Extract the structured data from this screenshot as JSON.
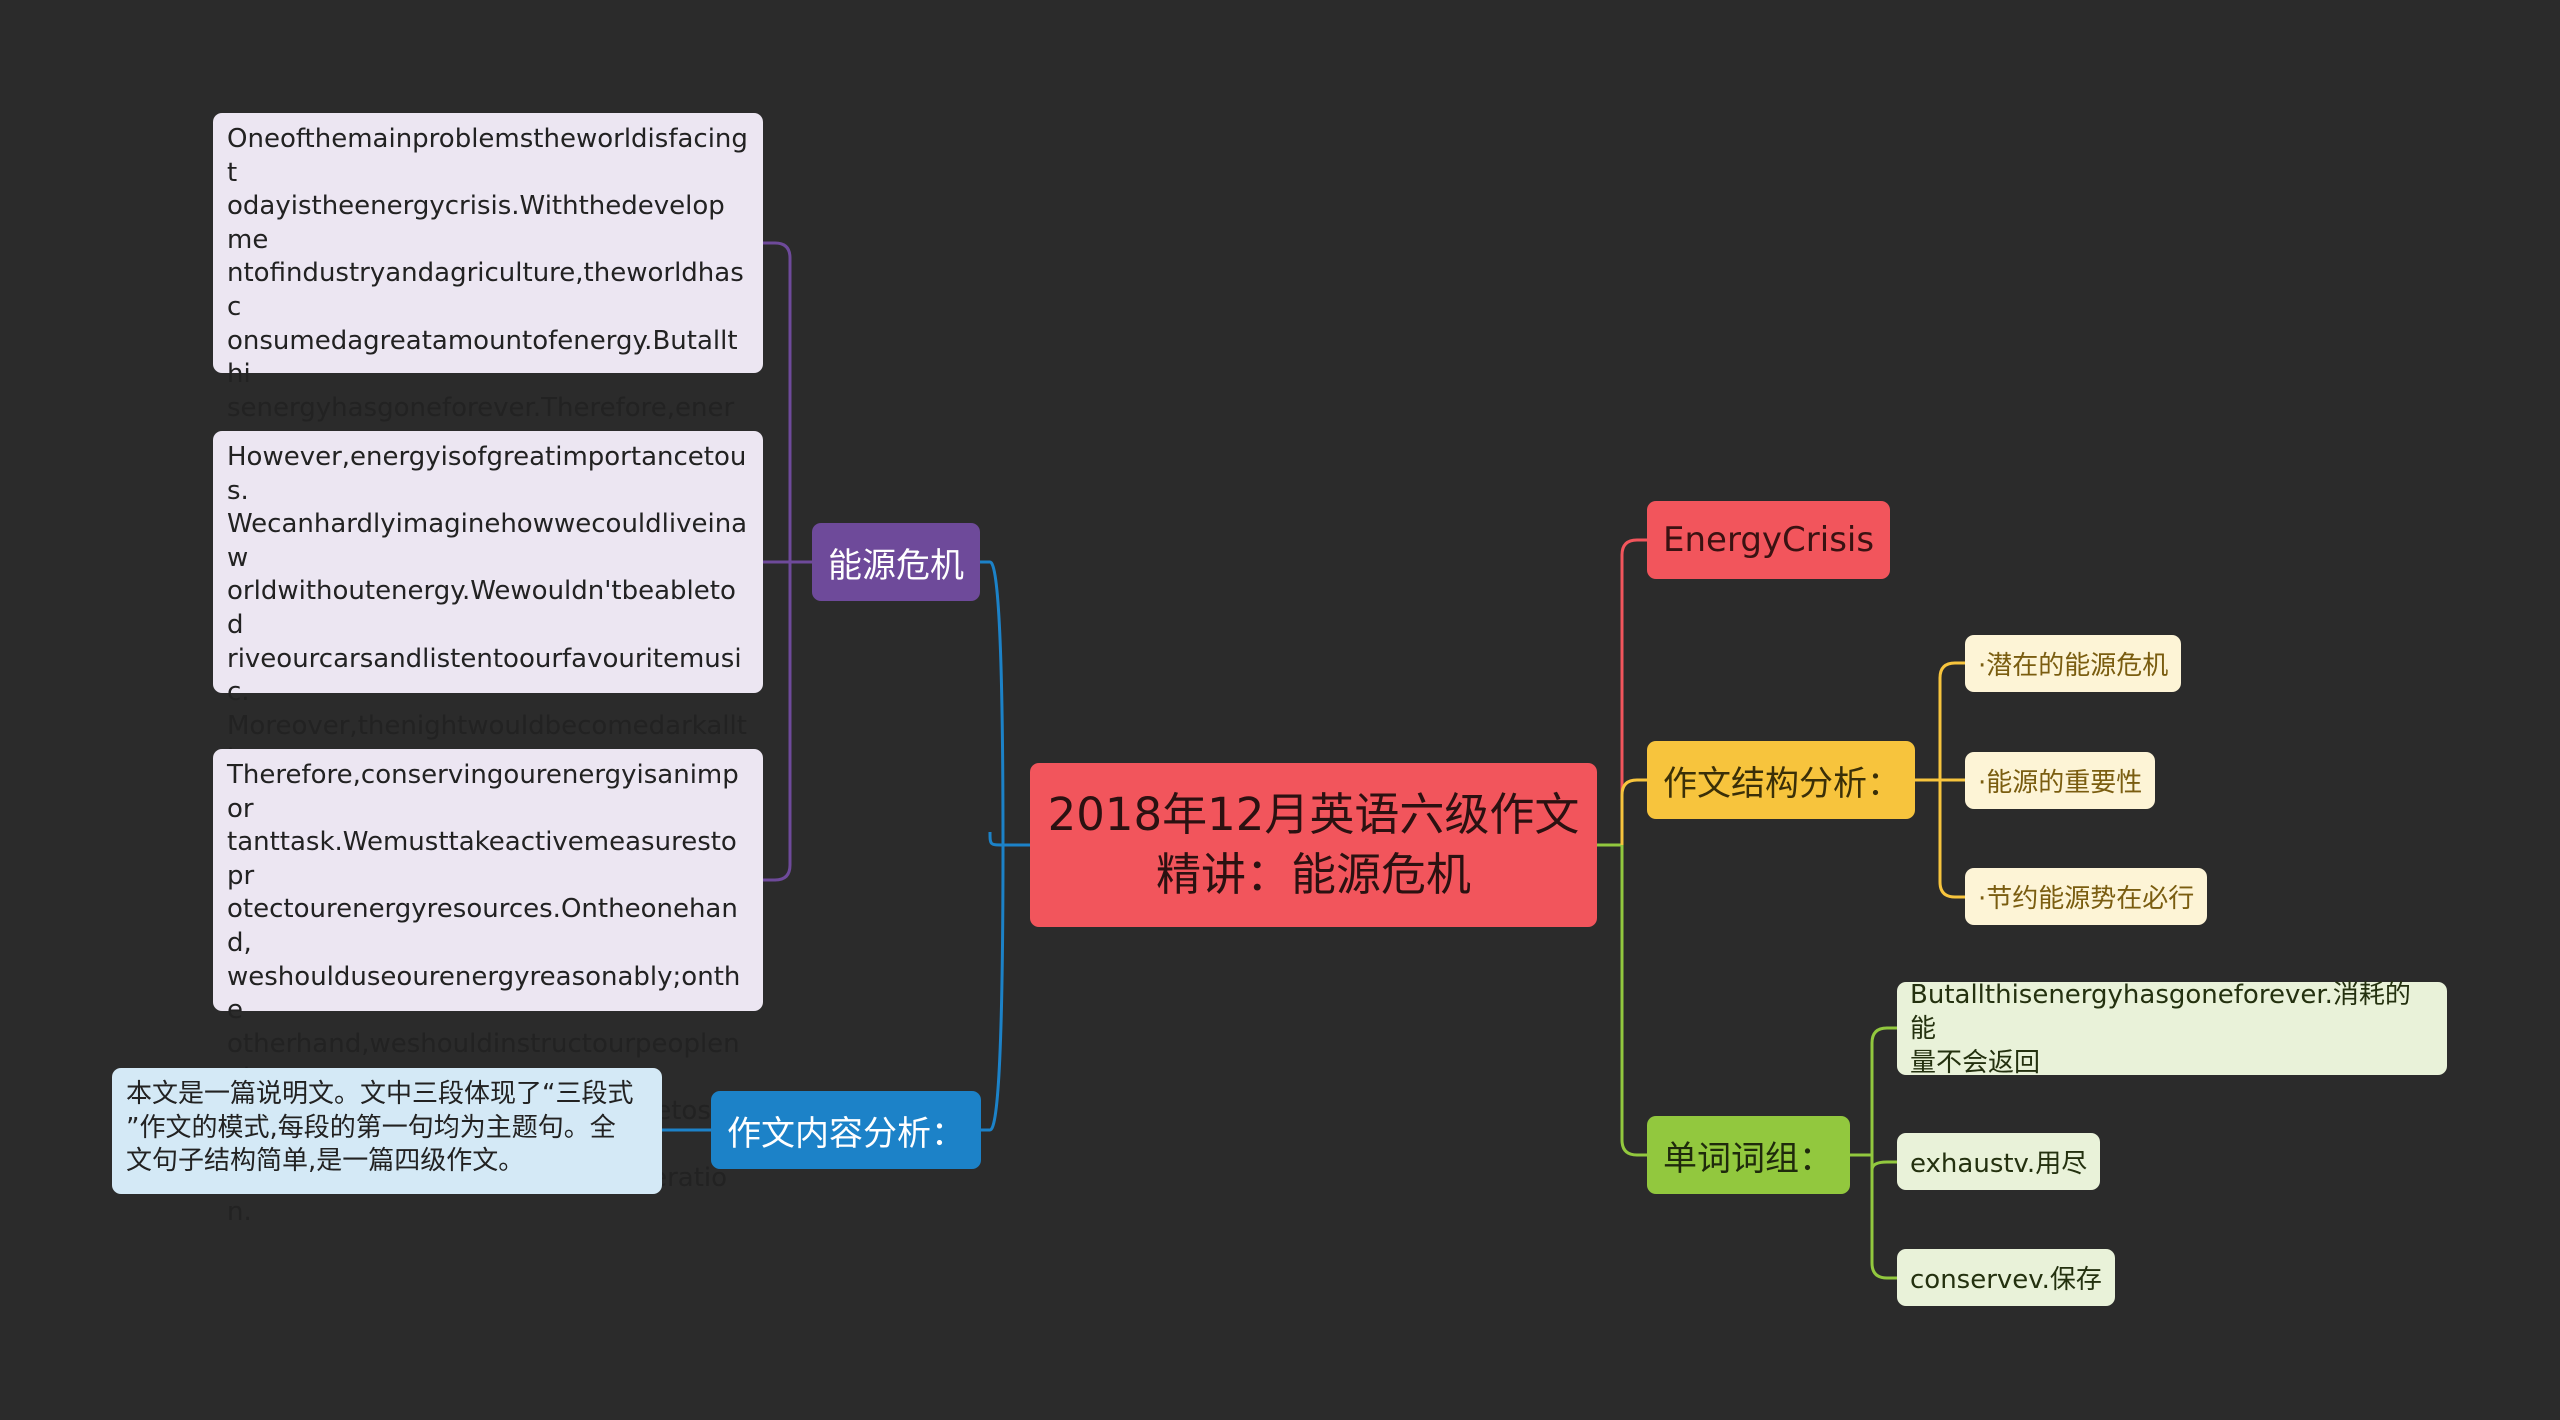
{
  "root": {
    "title": "2018年12月英语六级作文精讲：能源危机"
  },
  "left": {
    "energy_crisis": {
      "label": "能源危机",
      "paragraphs": [
        "Oneofthemainproblemstheworldisfacingt\nodayistheenergycrisis.Withthedevelopme\nntofindustryandagriculture,theworldhasc\nonsumedagreatamountofenergy.Butallthi\nsenergyhasgoneforever.Therefore,energy\nsuppliesarebecomingshort,inotherwords,\nallformsofenergywillbeexhaustedinfuture.",
        "However,energyisofgreatimportancetous.\nWecanhardlyimaginehowwecouldliveinaw\norldwithoutenergy.Wewouldn'tbeabletod\nriveourcarsandlistentoourfavouritemusic.\nMoreover,thenightwouldbecomedarkallth\netime.Inshort,oncewelosealltheenergyres\nources,wewillnotbeabletoexistintheworld.",
        "Therefore,conservingourenergyisanimpor\ntanttask.Wemusttakeactivemeasurestopr\notectourenergyresources.Ontheonehand,\nweshoulduseourenergyreasonably;onthe\notherhand,weshouldinstructourpeoplenot\ntowasteenergysothatwewillbeabletosend\nagoodgift—energy,tuournextgeneration."
      ]
    },
    "content_analysis": {
      "label": "作文内容分析：",
      "text": "本文是一篇说明文。文中三段体现了“三段式\n”作文的模式,每段的第一句均为主题句。全\n文句子结构简单,是一篇四级作文。"
    }
  },
  "right": {
    "title_node": {
      "label": "EnergyCrisis"
    },
    "structure": {
      "label": "作文结构分析：",
      "items": [
        "·潜在的能源危机",
        "·能源的重要性",
        "·节约能源势在必行"
      ]
    },
    "vocab": {
      "label": "单词词组：",
      "items": [
        "Butallthisenergyhasgoneforever.消耗的能\n量不会返回",
        "exhaustv.用尽",
        "conservev.保存"
      ]
    }
  },
  "colors": {
    "background": "#2b2b2b",
    "root": "#f2555c",
    "purple": "#6e4a9a",
    "blue": "#1c82c8",
    "red": "#f2555c",
    "yellow": "#f7c43d",
    "green": "#92c83e"
  }
}
